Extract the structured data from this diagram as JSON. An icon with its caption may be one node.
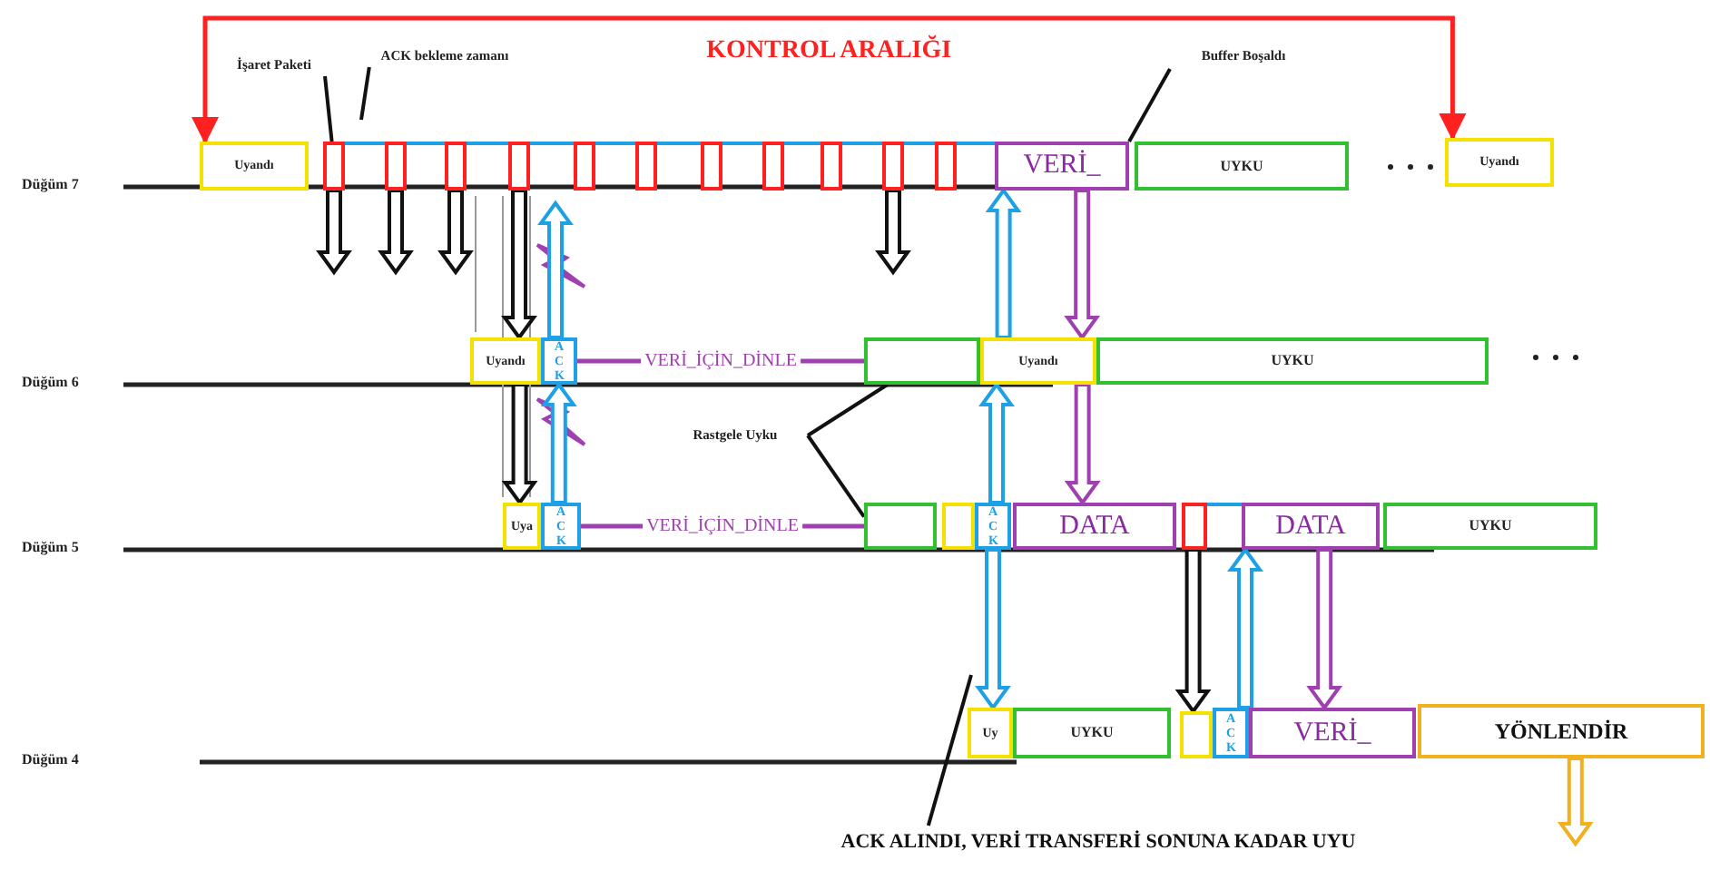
{
  "diagram": {
    "nodes": [
      {
        "text": [
          "Uyandı"
        ]
      },
      {
        "text": [],
        "shape": "box"
      },
      {
        "text": [],
        "shape": "box"
      },
      {
        "text": [],
        "shape": "box"
      },
      {
        "text": [],
        "shape": "box"
      },
      {
        "text": [],
        "shape": "box"
      },
      {
        "text": [],
        "shape": "box"
      },
      {
        "text": [],
        "shape": "box"
      },
      {
        "text": [],
        "shape": "box"
      },
      {
        "text": [],
        "shape": "box"
      },
      {
        "text": [],
        "shape": "box"
      },
      {
        "text": [],
        "shape": "box"
      },
      {
        "text": [
          "VERİ_"
        ]
      },
      {
        "text": [
          "UYKU"
        ]
      },
      {
        "text": [
          "Uyandı"
        ]
      },
      {
        "text": [
          "Uyandı"
        ]
      },
      {
        "text": [
          "ACK"
        ]
      },
      {
        "text": [],
        "shape": "box"
      },
      {
        "text": [
          "Uyandı"
        ]
      },
      {
        "text": [
          "UYKU"
        ]
      },
      {
        "text": [
          "Uya"
        ]
      },
      {
        "text": [
          "ACK"
        ]
      },
      {
        "text": [],
        "shape": "box"
      },
      {
        "text": [],
        "shape": "box"
      },
      {
        "text": [
          "ACK"
        ]
      },
      {
        "text": [
          "DATA"
        ]
      },
      {
        "text": [],
        "shape": "box"
      },
      {
        "text": [
          "DATA"
        ]
      },
      {
        "text": [
          "UYKU"
        ]
      },
      {
        "text": [
          "Uy"
        ]
      },
      {
        "text": [
          "UYKU"
        ]
      },
      {
        "text": [],
        "shape": "box"
      },
      {
        "text": [
          "ACK"
        ]
      },
      {
        "text": [
          "VERİ_"
        ]
      },
      {
        "text": [
          "YÖNLENDİR"
        ]
      },
      {
        "text": [
          "Rastgele Uyku"
        ]
      },
      {
        "text": [
          "Buffer Boşaldı"
        ]
      },
      {
        "text": [
          "İşaret Paketi"
        ]
      },
      {
        "text": [
          "ACK bekleme zamanı"
        ]
      },
      {
        "text": [
          "ACK ALINDI, VERİ TRANSFERİ SONUNA KADAR UYU"
        ]
      }
    ],
    "edges": [
      {
        "from": 0,
        "to": 14,
        "arrow": "both",
        "color": "#ff2020",
        "label": "KONTROL ARALIĞI"
      },
      {
        "from": 1,
        "to": null,
        "arrow": "to",
        "style": "thick"
      },
      {
        "from": 2,
        "to": null,
        "arrow": "to",
        "style": "thick"
      },
      {
        "from": 3,
        "to": null,
        "arrow": "to",
        "style": "thick"
      },
      {
        "from": 4,
        "to": 15,
        "arrow": "to",
        "style": "thick"
      },
      {
        "from": 15,
        "to": 20,
        "arrow": "to",
        "style": "thick"
      },
      {
        "from": 16,
        "to": null,
        "arrow": "to",
        "style": "thick",
        "color": "#1ea0e6"
      },
      {
        "from": 21,
        "to": 16,
        "arrow": "to",
        "style": "thick",
        "color": "#1ea0e6"
      },
      {
        "from": 16,
        "to": 17,
        "arrow": "none",
        "color": "#a040b0",
        "label": "VERİ_İÇİN_DİNLE"
      },
      {
        "from": 21,
        "to": 22,
        "arrow": "none",
        "color": "#a040b0",
        "label": "VERİ_İÇİN_DİNLE"
      },
      {
        "from": 10,
        "to": null,
        "arrow": "to",
        "style": "thick"
      },
      {
        "from": 18,
        "to": 12,
        "arrow": "to",
        "style": "thick",
        "color": "#1ea0e6"
      },
      {
        "from": 12,
        "to": 18,
        "arrow": "to",
        "style": "thick",
        "color": "#a040b0"
      },
      {
        "from": 24,
        "to": 18,
        "arrow": "to",
        "style": "thick",
        "color": "#1ea0e6"
      },
      {
        "from": 18,
        "to": 25,
        "arrow": "to",
        "style": "thick",
        "color": "#a040b0"
      },
      {
        "from": 24,
        "to": 29,
        "arrow": "to",
        "style": "thick",
        "color": "#1ea0e6"
      },
      {
        "from": 26,
        "to": 31,
        "arrow": "to",
        "style": "thick"
      },
      {
        "from": 32,
        "to": 27,
        "arrow": "to",
        "style": "thick",
        "color": "#1ea0e6"
      },
      {
        "from": 27,
        "to": 33,
        "arrow": "to",
        "style": "thick",
        "color": "#a040b0"
      },
      {
        "from": 34,
        "to": null,
        "arrow": "to",
        "style": "thick",
        "color": "#f0b020"
      },
      {
        "from": 35,
        "to": 17,
        "arrow": "none"
      },
      {
        "from": 35,
        "to": 22,
        "arrow": "none"
      },
      {
        "from": 36,
        "to": 12,
        "arrow": "none"
      },
      {
        "from": 37,
        "to": 1,
        "arrow": "none"
      },
      {
        "from": 38,
        "to": null,
        "arrow": "none"
      },
      {
        "from": 39,
        "to": null,
        "arrow": "none"
      }
    ],
    "labels": [
      "Düğüm 7",
      "Düğüm 6",
      "Düğüm 5",
      "Düğüm 4"
    ]
  }
}
